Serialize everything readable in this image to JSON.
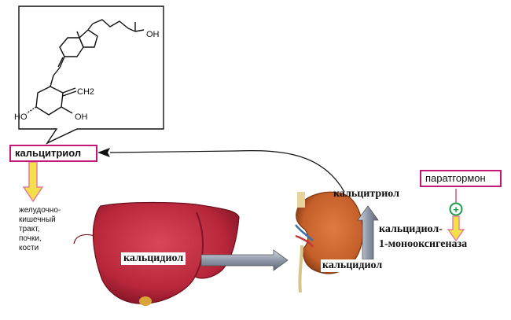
{
  "molecule": {
    "oh_top": "OH",
    "ch2": "CH2",
    "ho_left": "HO",
    "oh_bottom": "OH"
  },
  "calcitriol_box": "кальцитриол",
  "targets": [
    "желудочно-",
    "кишечный",
    "тракт,",
    "почки,",
    "кости"
  ],
  "liver_label": "кальцидиол",
  "kidney_calcitriol": "кальцитриол",
  "enzyme": [
    "кальцидиол-",
    "1-монооксигеназа"
  ],
  "kidney_calcidiol": "кальцидиол",
  "pth_box": "паратгормон",
  "plus_sign": "+",
  "colors": {
    "box_border": "#c2187a",
    "arrow_yellow": "#f4e04a",
    "arrow_pink": "#e57ca0",
    "liver": "#b8263a",
    "kidney": "#c45f2a",
    "plus_green": "#1d9c4a"
  }
}
